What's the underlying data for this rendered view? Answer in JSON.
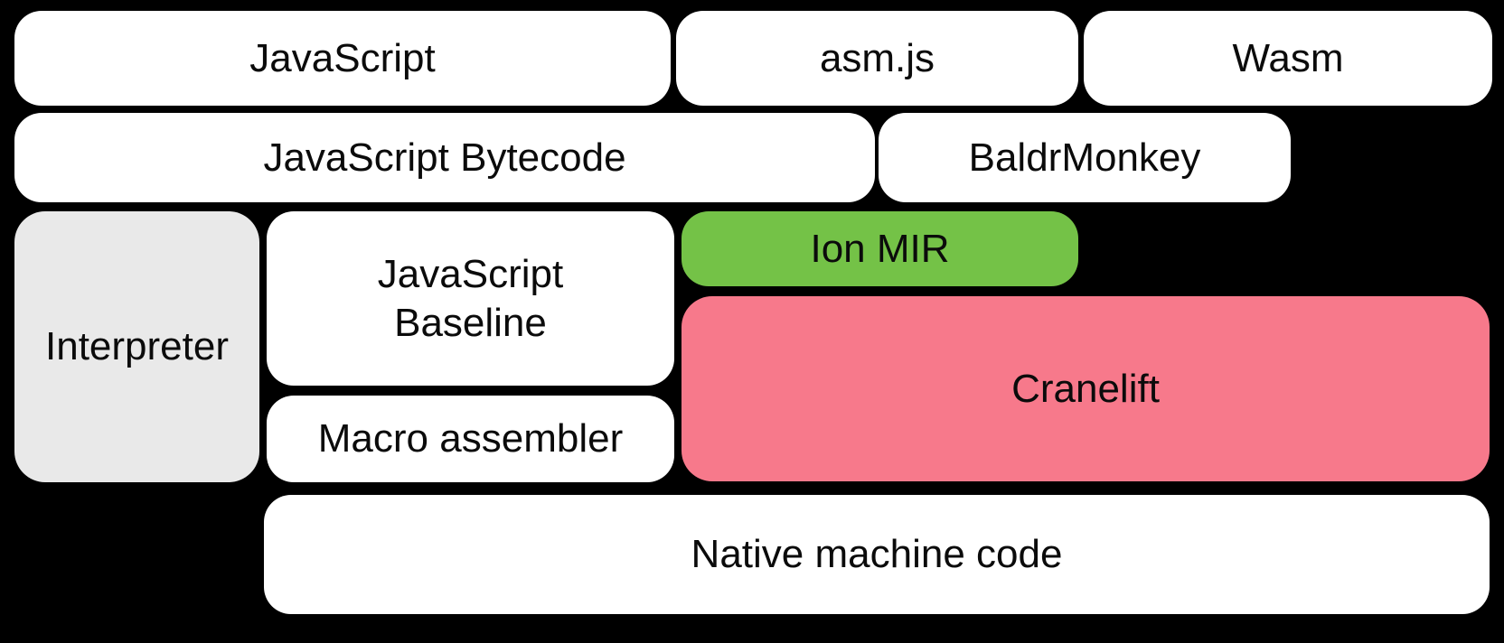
{
  "diagram": {
    "background_color": "#000000",
    "text_color": "#0b0b0b",
    "colors": {
      "default_box": "#ffffff",
      "interpreter_box": "#e9e9e9",
      "ion_mir_box": "#74c247",
      "cranelift_box": "#f7798b"
    },
    "boxes": {
      "javascript": {
        "label": "JavaScript"
      },
      "asm_js": {
        "label": "asm.js"
      },
      "wasm": {
        "label": "Wasm"
      },
      "javascript_bytecode": {
        "label": "JavaScript Bytecode"
      },
      "baldrmonkey": {
        "label": "BaldrMonkey"
      },
      "interpreter": {
        "label": "Interpreter"
      },
      "javascript_baseline": {
        "label": "JavaScript Baseline",
        "label_line1": "JavaScript",
        "label_line2": "Baseline"
      },
      "ion_mir": {
        "label": "Ion MIR"
      },
      "cranelift": {
        "label": "Cranelift"
      },
      "macro_assembler": {
        "label": "Macro assembler"
      },
      "native_machine_code": {
        "label": "Native machine code"
      }
    }
  }
}
